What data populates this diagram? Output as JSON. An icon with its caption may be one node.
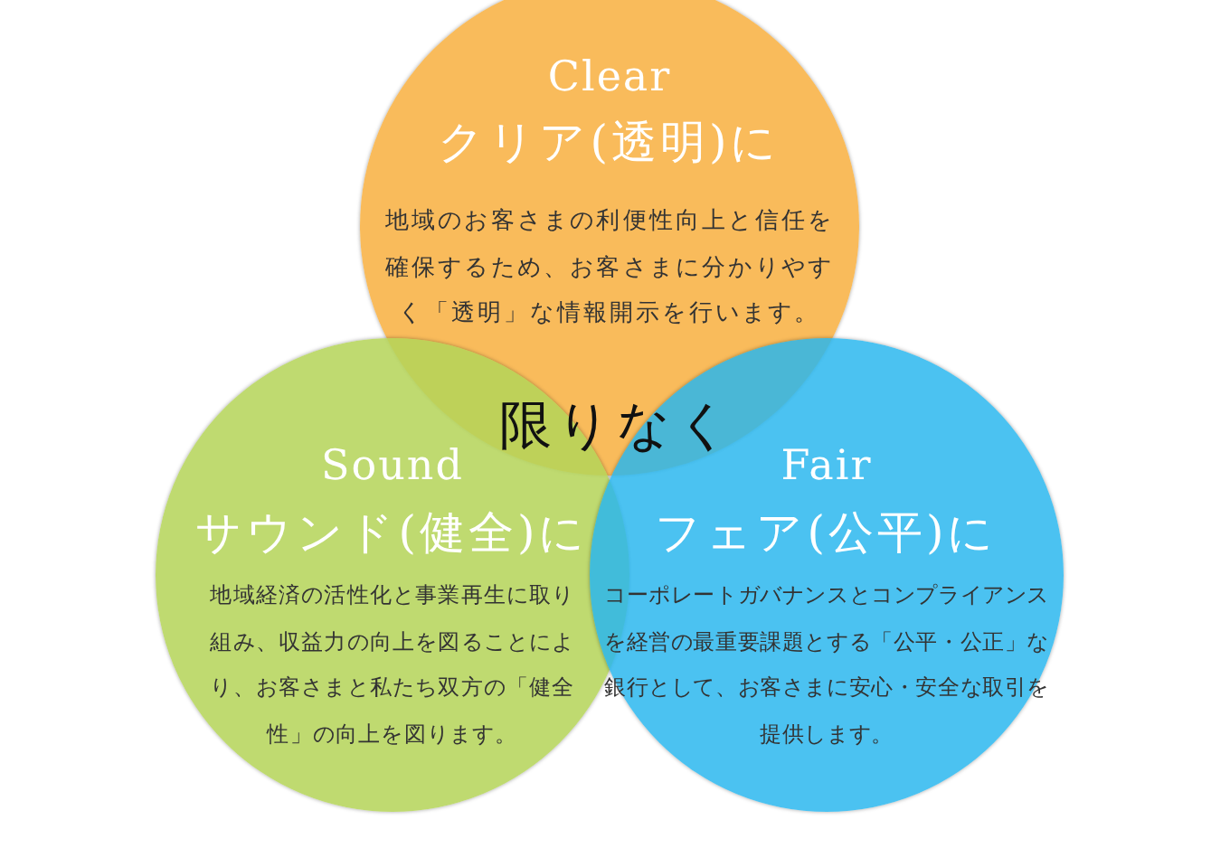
{
  "diagram": {
    "nodes": [
      {
        "text": [
          "Clear",
          "クリア(透明)に",
          "地域のお客さまの利便性向上と信任を確保するため、お客さまに分かりやすく「透明」な情報開示を行います。"
        ]
      },
      {
        "text": [
          "Sound",
          "サウンド(健全)に",
          "地域経済の活性化と事業再生に取り組み、収益力の向上を図ることにより、お客さまと私たち双方の「健全性」の向上を図ります。"
        ]
      },
      {
        "text": [
          "Fair",
          "フェア(公平)に",
          "コーポレートガバナンスとコンプライアンスを経営の最重要課題とする「公平・公正」な銀行として、お客さまに安心・安全な取引を提供します。"
        ]
      }
    ],
    "labels": [
      "限りなく"
    ]
  }
}
